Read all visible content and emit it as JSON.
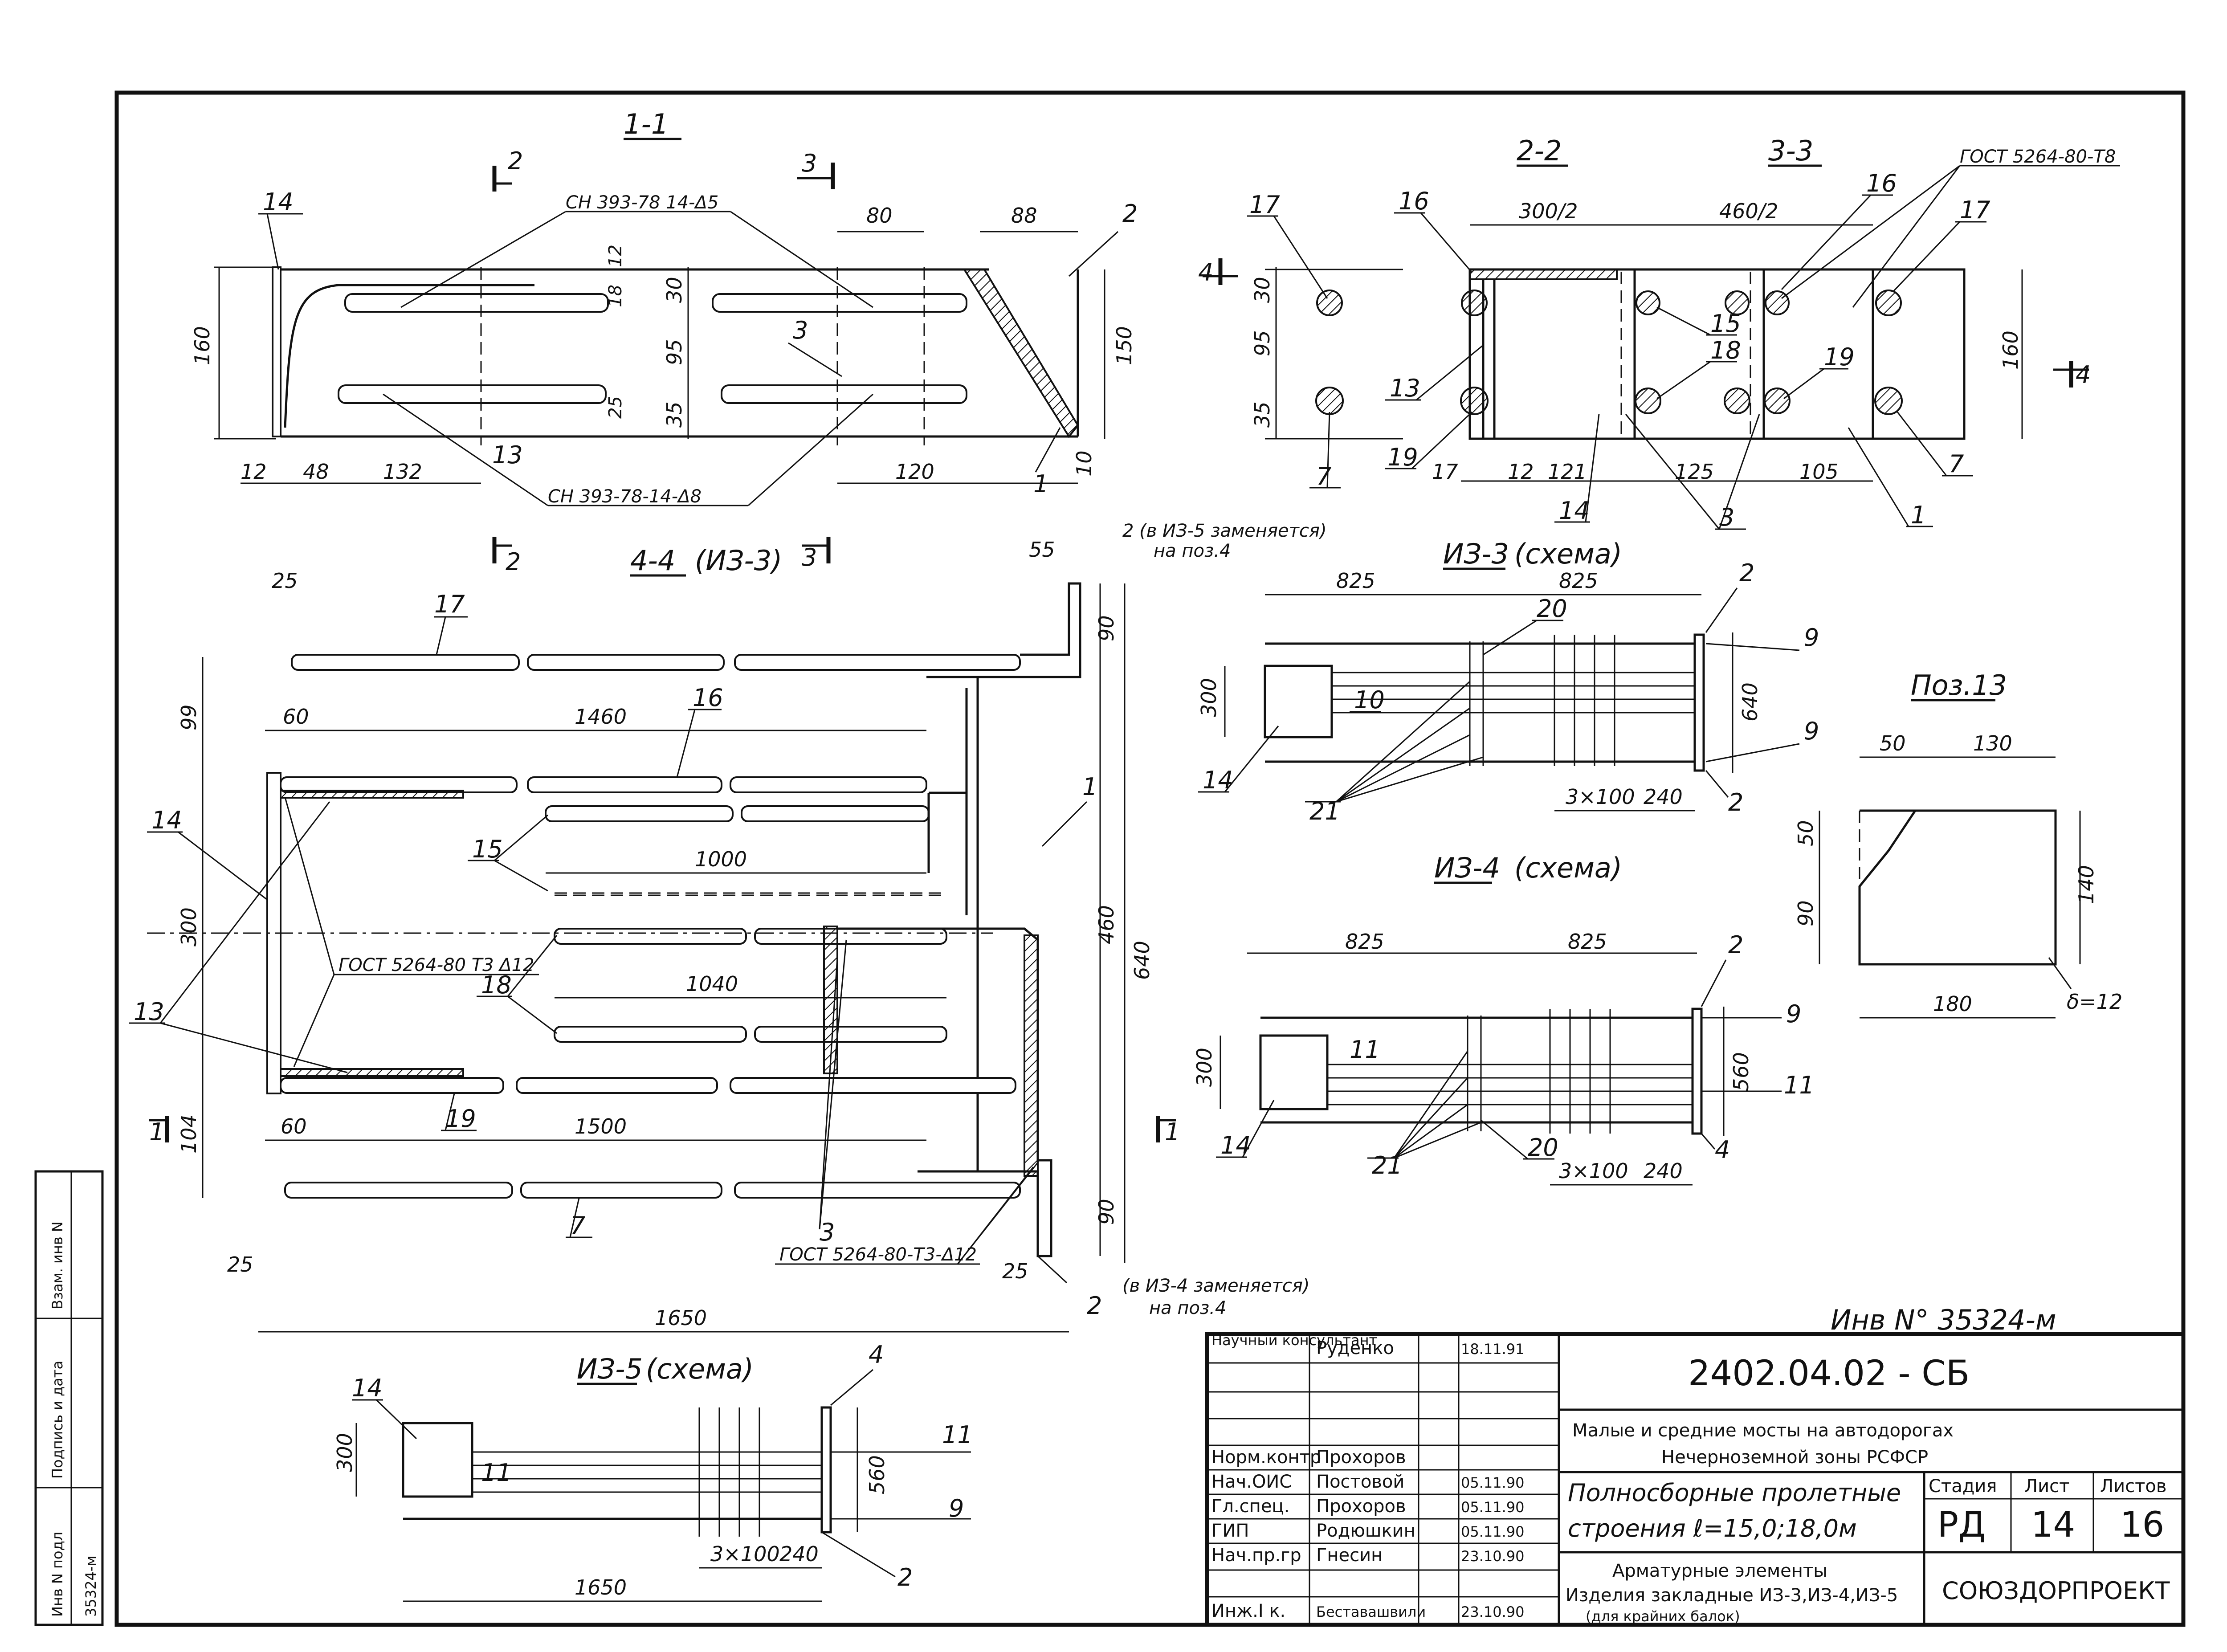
{
  "sections": {
    "s11": "1-1",
    "s22": "2-2",
    "s33": "3-3",
    "s44": "4-4",
    "s44_note": "(ИЗ-3)",
    "iz3": "ИЗ-3",
    "iz3_note": "(схема)",
    "iz4": "ИЗ-4",
    "iz4_note": "(схема)",
    "iz5": "ИЗ-5",
    "iz5_note": "(схема)",
    "poz13": "Поз.13",
    "cut1": "1",
    "cut2": "2",
    "cut3": "3",
    "cut4": "4"
  },
  "notes": {
    "sn_d5": "СН 393-78 14-Δ5",
    "sn_d8": "СН 393-78-14-Δ8",
    "gost_t8": "ГОСТ 5264-80-Т8",
    "gost_t3_mid": "ГОСТ 5264-80 Т3 Δ12",
    "gost_t3_bottom": "ГОСТ 5264-80-Т3-Δ12",
    "replace_iz5": "2 (в ИЗ-5 заменяется)",
    "replace_iz5_2": "на поз.4",
    "replace_iz4": "(в ИЗ-4 заменяется)",
    "replace_iz4_2": "на поз.4",
    "delta12": "δ=12",
    "inv_stamp": "Инв N° 35324-м"
  },
  "dims": {
    "d80": "80",
    "d88": "88",
    "d160": "160",
    "d150": "150",
    "d48": "48",
    "d132": "132",
    "d12": "12",
    "d120": "120",
    "d10": "10",
    "d18": "18",
    "d30": "30",
    "d95": "95",
    "d35": "35",
    "d25": "25",
    "d300_2": "300/2",
    "d460_2": "460/2",
    "d17": "17",
    "d121": "121",
    "d125": "125",
    "d105": "105",
    "d55": "55",
    "d90": "90",
    "d99": "99",
    "d60": "60",
    "d1460": "1460",
    "d1000": "1000",
    "d1040": "1040",
    "d1500": "1500",
    "d104": "104",
    "d300": "300",
    "d460": "460",
    "d640": "640",
    "d1650": "1650",
    "d825": "825",
    "d3x100": "3×100",
    "d240": "240",
    "d560": "560",
    "d50": "50",
    "d130": "130",
    "d140": "140",
    "d180": "180"
  },
  "positions": [
    "1",
    "2",
    "3",
    "4",
    "7",
    "9",
    "10",
    "11",
    "13",
    "14",
    "15",
    "16",
    "17",
    "18",
    "19",
    "20",
    "21"
  ],
  "title_block": {
    "roles": [
      {
        "role": "Научный консультант",
        "name": "Руденко",
        "date": "18.11.91"
      },
      {
        "role": "",
        "name": "",
        "date": ""
      },
      {
        "role": "",
        "name": "",
        "date": ""
      },
      {
        "role": "Норм.контр",
        "name": "Прохоров",
        "date": ""
      },
      {
        "role": "Нач.ОИС",
        "name": "Постовой",
        "date": "05.11.90"
      },
      {
        "role": "Гл.спец.",
        "name": "Прохоров",
        "date": "05.11.90"
      },
      {
        "role": "ГИП",
        "name": "Родюшкин",
        "date": "05.11.90"
      },
      {
        "role": "Нач.пр.гр",
        "name": "Гнесин",
        "date": "23.10.90"
      },
      {
        "role": "",
        "name": "",
        "date": ""
      },
      {
        "role": "Инж.I к.",
        "name": "Беставашвили",
        "date": "23.10.90"
      }
    ],
    "code": "2402.04.02 - СБ",
    "project_1": "Малые и средние мосты на автодорогах",
    "project_2": "Нечерноземной зоны РСФСР",
    "part_1": "Полносборные пролетные",
    "part_2": "строения ℓ=15,0;18,0м",
    "doc_1": "Арматурные элементы",
    "doc_2": "Изделия закладные ИЗ-3,ИЗ-4,ИЗ-5",
    "doc_3": "(для крайних балок)",
    "stage_h": "Стадия",
    "sheet_h": "Лист",
    "sheets_h": "Листов",
    "stage": "РД",
    "sheet": "14",
    "sheets": "16",
    "org": "СОЮЗДОРПРОЕКТ"
  },
  "side_stamp": {
    "inv_orig": "Инв N подл",
    "inv_orig_val": "35324-м",
    "sign_date": "Подпись и дата",
    "inv_repl": "Взам. инв N"
  }
}
